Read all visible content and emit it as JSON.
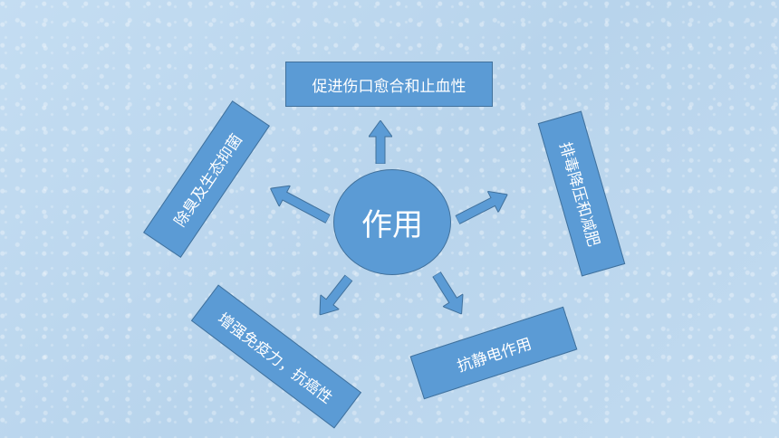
{
  "diagram": {
    "center_label": "作用",
    "items": [
      "促进伤口愈合和止血性",
      "排毒降压和减肥",
      "抗静电作用",
      "增强免疫力，抗癌性",
      "除臭及生态抑菌"
    ]
  },
  "colors": {
    "shape_fill": "#5b9bd5",
    "shape_border": "#41719c",
    "text": "#ffffff",
    "background": "#bcd8ef"
  }
}
